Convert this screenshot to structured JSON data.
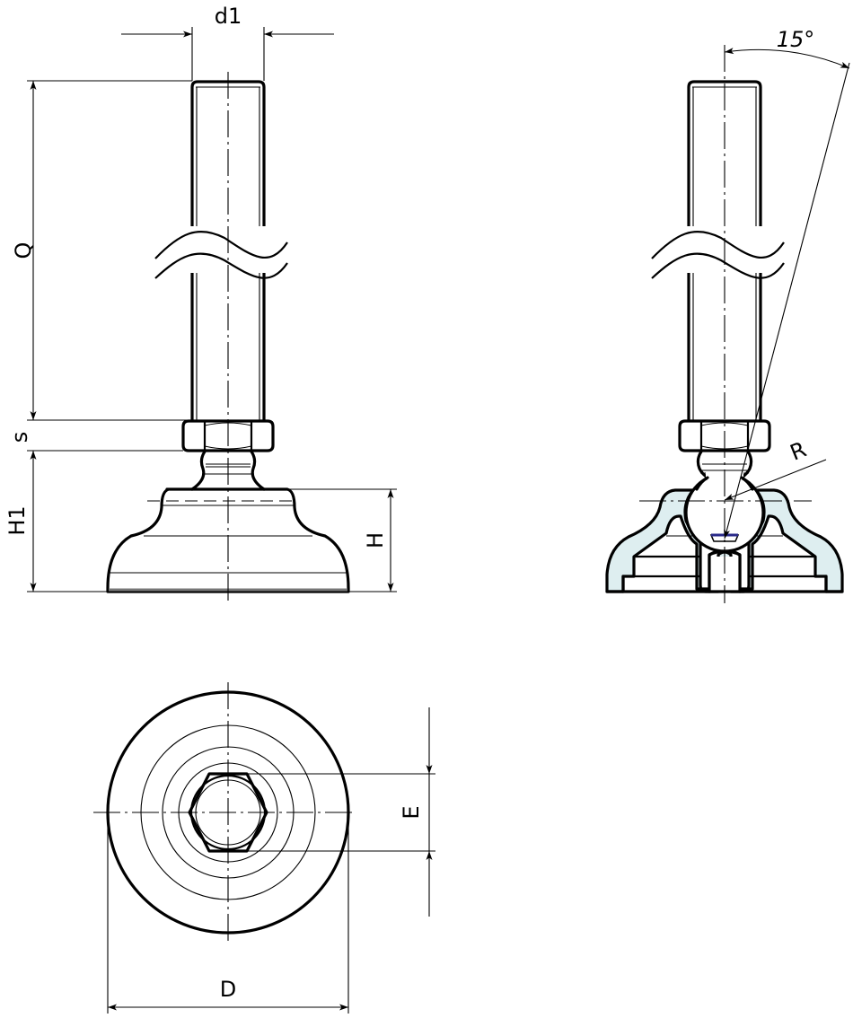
{
  "drawing": {
    "subject": "Swivel leveling foot with threaded stud",
    "views": {
      "front": {
        "label": "front-view"
      },
      "section": {
        "label": "section-view"
      },
      "top": {
        "label": "top-view"
      }
    },
    "dimensions": {
      "d1": "d1",
      "Q": "Q",
      "s": "s",
      "H1": "H1",
      "H": "H",
      "angle": "15°",
      "R": "R",
      "D": "D",
      "E": "E"
    },
    "colors": {
      "line": "#000000",
      "section_fill": "#deeef0",
      "insert_fill": "#2a2a8a",
      "background": "#ffffff"
    }
  }
}
